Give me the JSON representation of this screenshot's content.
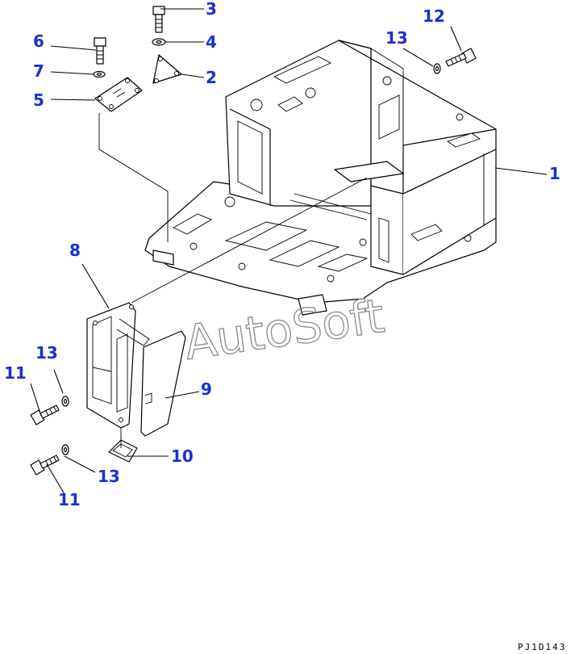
{
  "diagram": {
    "callouts": [
      {
        "id": "c1",
        "label": "1"
      },
      {
        "id": "c2",
        "label": "2"
      },
      {
        "id": "c3",
        "label": "3"
      },
      {
        "id": "c4",
        "label": "4"
      },
      {
        "id": "c5",
        "label": "5"
      },
      {
        "id": "c6",
        "label": "6"
      },
      {
        "id": "c7",
        "label": "7"
      },
      {
        "id": "c8",
        "label": "8"
      },
      {
        "id": "c9",
        "label": "9"
      },
      {
        "id": "c10",
        "label": "10"
      },
      {
        "id": "c11a",
        "label": "11"
      },
      {
        "id": "c11b",
        "label": "11"
      },
      {
        "id": "c12",
        "label": "12"
      },
      {
        "id": "c13a",
        "label": "13"
      },
      {
        "id": "c13b",
        "label": "13"
      },
      {
        "id": "c13c",
        "label": "13"
      }
    ],
    "watermark": "AutoSoft",
    "figure_code": "PJ1D143",
    "colors": {
      "callout": "#1a2fd8",
      "line": "#000000",
      "watermark": "#8a8a8a"
    }
  }
}
